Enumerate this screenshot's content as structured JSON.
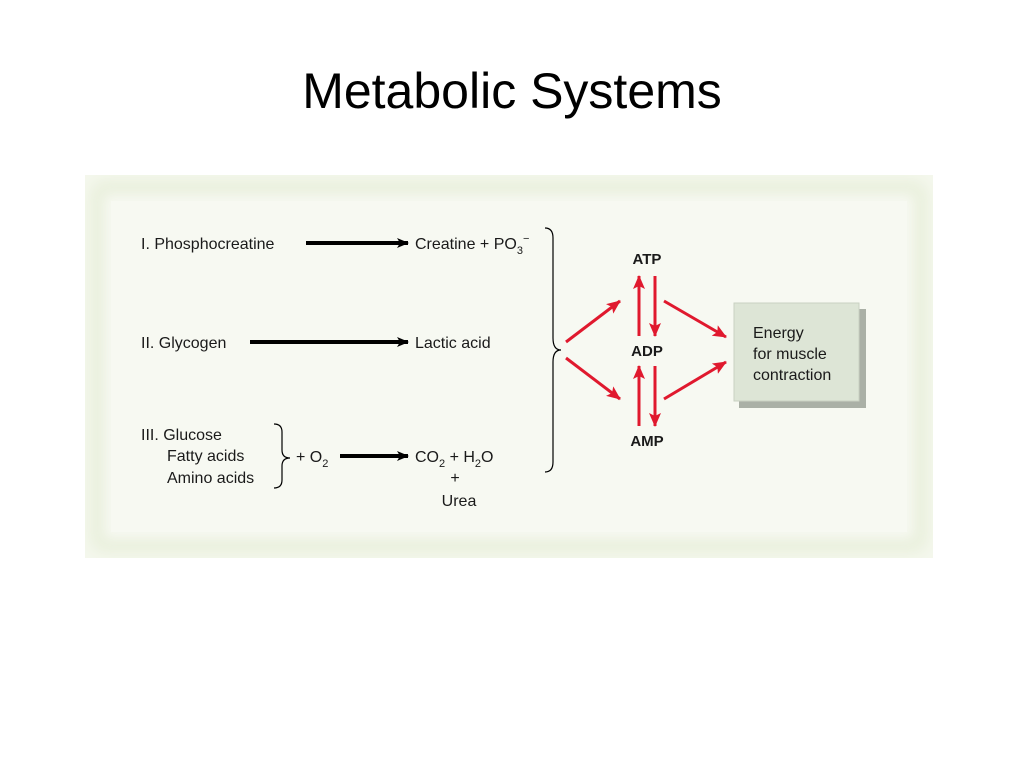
{
  "title": "Metabolic Systems",
  "diagram": {
    "row1": {
      "source": "I. Phosphocreatine",
      "product_main": "Creatine + PO",
      "product_sub": "3",
      "product_sup": "−"
    },
    "row2": {
      "source": "II. Glycogen",
      "product": "Lactic acid"
    },
    "row3": {
      "sources": [
        "III. Glucose",
        "Fatty acids",
        "Amino acids"
      ],
      "oxygen_main": "+ O",
      "oxygen_sub": "2",
      "product_co": "CO",
      "product_co_sub": "2",
      "product_plus": " + H",
      "product_h_sub": "2",
      "product_o": "O",
      "plus": "+",
      "urea": "Urea"
    },
    "nucleotides": [
      "ATP",
      "ADP",
      "AMP"
    ],
    "energy_box": [
      "Energy",
      "for muscle",
      "contraction"
    ],
    "colors": {
      "arrow_black": "#000000",
      "arrow_red": "#e0192e",
      "energy_box_fill": "#dde5d6"
    }
  }
}
